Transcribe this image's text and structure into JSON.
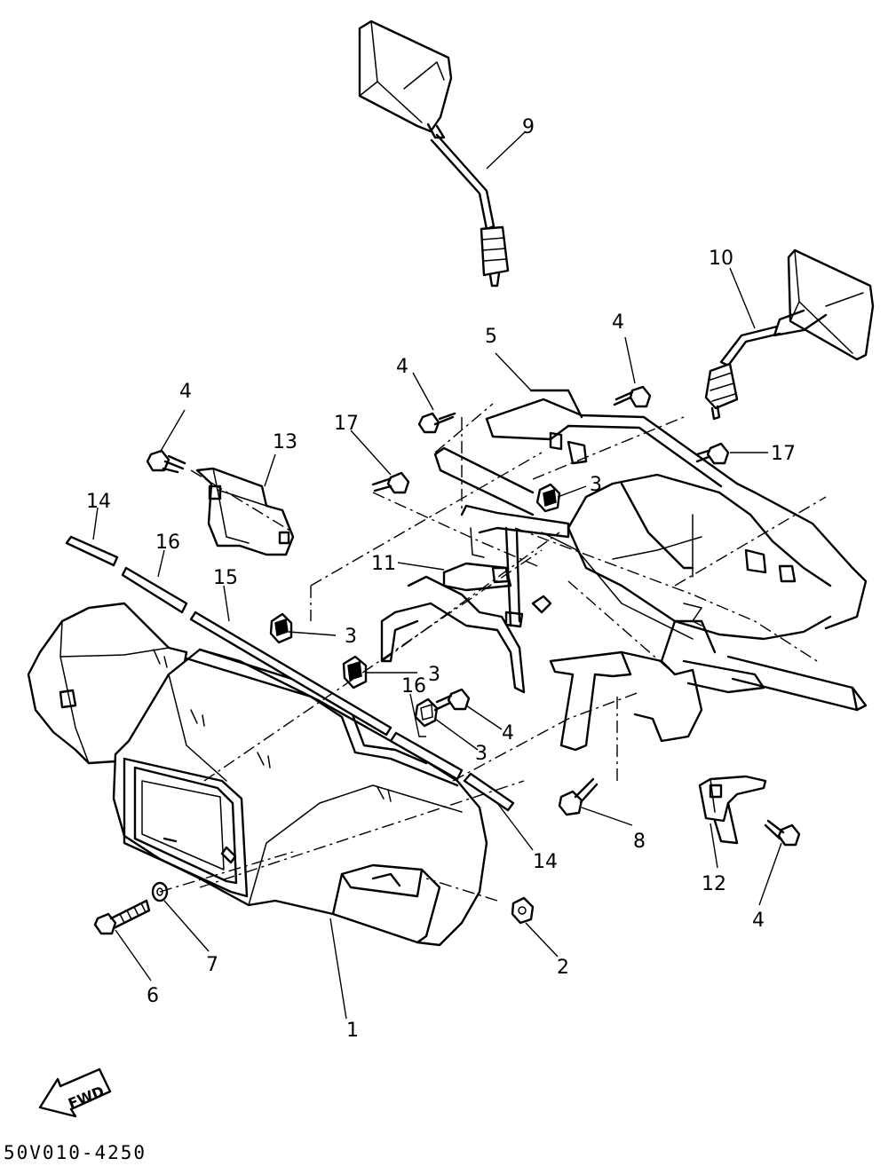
{
  "diagram": {
    "drawing_code": "50V010-4250",
    "direction_label": "FWD",
    "callouts": [
      {
        "id": "c-1",
        "text": "1"
      },
      {
        "id": "c-2",
        "text": "2"
      },
      {
        "id": "c-3a",
        "text": "3"
      },
      {
        "id": "c-3b",
        "text": "3"
      },
      {
        "id": "c-3c",
        "text": "3"
      },
      {
        "id": "c-3d",
        "text": "3"
      },
      {
        "id": "c-4a",
        "text": "4"
      },
      {
        "id": "c-4b",
        "text": "4"
      },
      {
        "id": "c-4c",
        "text": "4"
      },
      {
        "id": "c-4d",
        "text": "4"
      },
      {
        "id": "c-4e",
        "text": "4"
      },
      {
        "id": "c-5",
        "text": "5"
      },
      {
        "id": "c-6",
        "text": "6"
      },
      {
        "id": "c-7",
        "text": "7"
      },
      {
        "id": "c-8",
        "text": "8"
      },
      {
        "id": "c-9",
        "text": "9"
      },
      {
        "id": "c-10",
        "text": "10"
      },
      {
        "id": "c-11",
        "text": "11"
      },
      {
        "id": "c-12",
        "text": "12"
      },
      {
        "id": "c-13",
        "text": "13"
      },
      {
        "id": "c-14a",
        "text": "14"
      },
      {
        "id": "c-14b",
        "text": "14"
      },
      {
        "id": "c-15",
        "text": "15"
      },
      {
        "id": "c-16a",
        "text": "16"
      },
      {
        "id": "c-16b",
        "text": "16"
      },
      {
        "id": "c-17a",
        "text": "17"
      },
      {
        "id": "c-17b",
        "text": "17"
      }
    ]
  }
}
